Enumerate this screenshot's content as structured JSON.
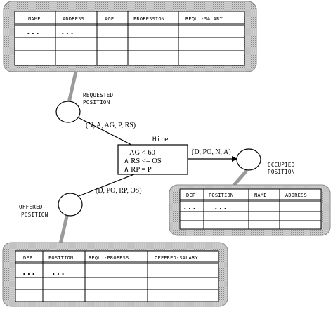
{
  "places": {
    "requested": {
      "label_line1": "REQUESTED",
      "label_line2": "POSITION"
    },
    "offered": {
      "label_line1": "OFFERED-",
      "label_line2": "POSITION"
    },
    "occupied": {
      "label_line1": "OCCUPIED",
      "label_line2": "POSITION"
    }
  },
  "transition": {
    "name": "Hire",
    "guard_line1": "AG < 60",
    "guard_line2": "∧ RS <= OS",
    "guard_line3": "∧ RP = P"
  },
  "arcs": {
    "requested_in": "(N, A, AG, P, RS)",
    "offered_in": "(D, PO, RP, OS)",
    "occupied_out": "(D, PO, N, A)"
  },
  "tables": {
    "requested": {
      "headers": [
        "NAME",
        "ADDRESS",
        "AGE",
        "PROFESSION",
        "REQU.-SALARY"
      ],
      "row1": [
        "...",
        "...",
        "",
        "",
        ""
      ]
    },
    "offered": {
      "headers": [
        "DEP",
        "POSITION",
        "REQU.-PROFESS",
        "OFFERED-SALARY"
      ],
      "row1": [
        "...",
        "...",
        "",
        ""
      ]
    },
    "occupied": {
      "headers": [
        "DEP",
        "POSITION",
        "NAME",
        "ADDRESS"
      ],
      "row1": [
        "...",
        "...",
        "",
        ""
      ]
    }
  }
}
